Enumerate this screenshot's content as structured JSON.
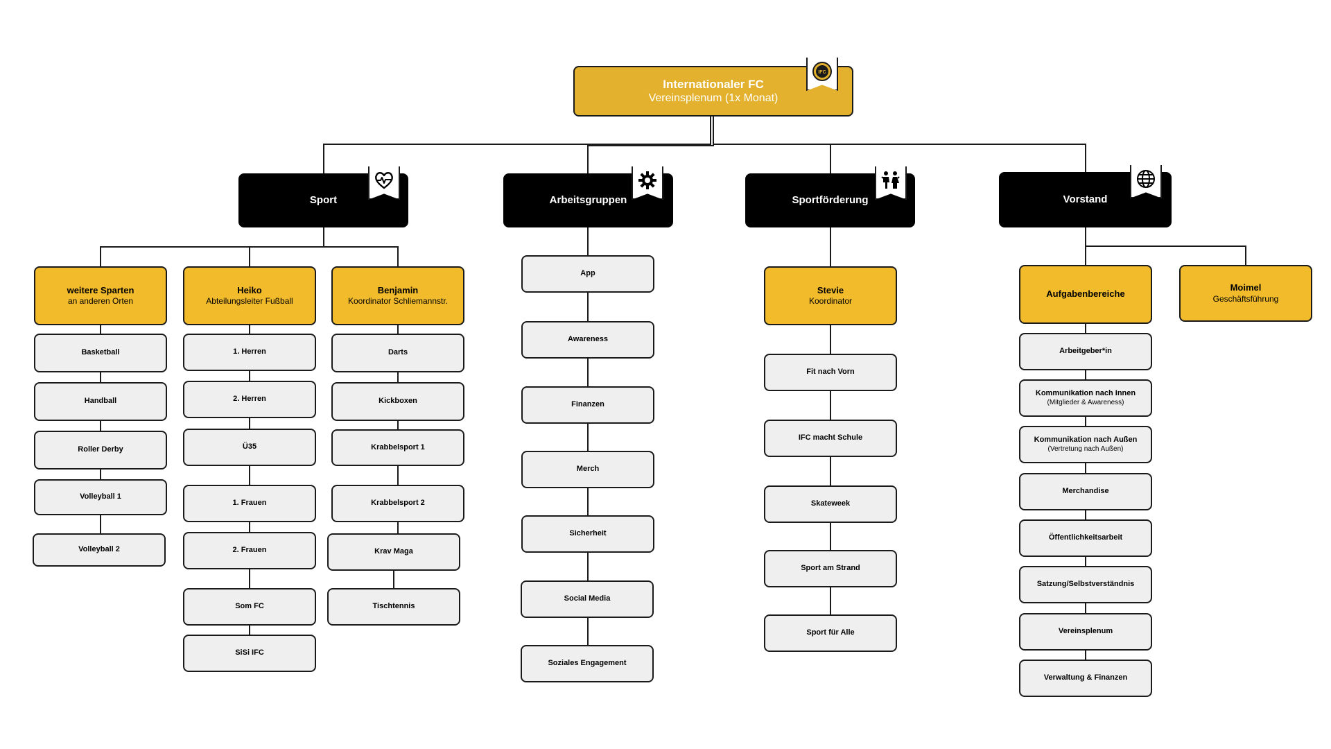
{
  "root": {
    "title": "Internationaler FC",
    "subtitle": "Vereinsplenum (1x Monat)",
    "logo_text": "IFC"
  },
  "departments": {
    "sport": "Sport",
    "arbeitsgruppen": "Arbeitsgruppen",
    "sportfoerderung": "Sportförderung",
    "vorstand": "Vorstand"
  },
  "sport": {
    "sparten": {
      "title": "weitere Sparten",
      "subtitle": "an anderen Orten",
      "items": [
        "Basketball",
        "Handball",
        "Roller Derby",
        "Volleyball 1",
        "Volleyball 2"
      ]
    },
    "heiko": {
      "title": "Heiko",
      "subtitle": "Abteilungsleiter Fußball",
      "items": [
        "1. Herren",
        "2. Herren",
        "Ü35",
        "1. Frauen",
        "2. Frauen",
        "Som FC",
        "SiSi IFC"
      ]
    },
    "benjamin": {
      "title": "Benjamin",
      "subtitle": "Koordinator Schliemannstr.",
      "items": [
        "Darts",
        "Kickboxen",
        "Krabbelsport 1",
        "Krabbelsport 2",
        "Krav Maga",
        "Tischtennis"
      ]
    }
  },
  "arbeitsgruppen": {
    "items": [
      "App",
      "Awareness",
      "Finanzen",
      "Merch",
      "Sicherheit",
      "Social Media",
      "Soziales Engagement"
    ]
  },
  "sportfoerderung": {
    "stevie": {
      "title": "Stevie",
      "subtitle": "Koordinator"
    },
    "items": [
      "Fit nach Vorn",
      "IFC macht Schule",
      "Skateweek",
      "Sport am Strand",
      "Sport für Alle"
    ]
  },
  "vorstand": {
    "aufgaben": {
      "title": "Aufgabenbereiche",
      "items": [
        {
          "title": "Arbeitgeber*in"
        },
        {
          "title": "Kommunikation nach Innen",
          "subtitle": "(Mitglieder & Awareness)"
        },
        {
          "title": "Kommunikation nach Außen",
          "subtitle": "(Vertretung nach Außen)"
        },
        {
          "title": "Merchandise"
        },
        {
          "title": "Öffentlichkeitsarbeit"
        },
        {
          "title": "Satzung/Selbstverständnis"
        },
        {
          "title": "Vereinsplenum"
        },
        {
          "title": "Verwaltung & Finanzen"
        }
      ]
    },
    "moimel": {
      "title": "Moimel",
      "subtitle": "Geschäftsführung"
    }
  },
  "icons": {
    "root": "club-logo-icon",
    "sport": "heart-pulse-icon",
    "arbeitsgruppen": "gear-icon",
    "sportfoerderung": "children-icon",
    "vorstand": "globe-icon"
  },
  "colors": {
    "root": "#e3b12d",
    "accent": "#f1bb2c",
    "department": "#000000",
    "item": "#efefef",
    "line": "#1a1a1a"
  }
}
